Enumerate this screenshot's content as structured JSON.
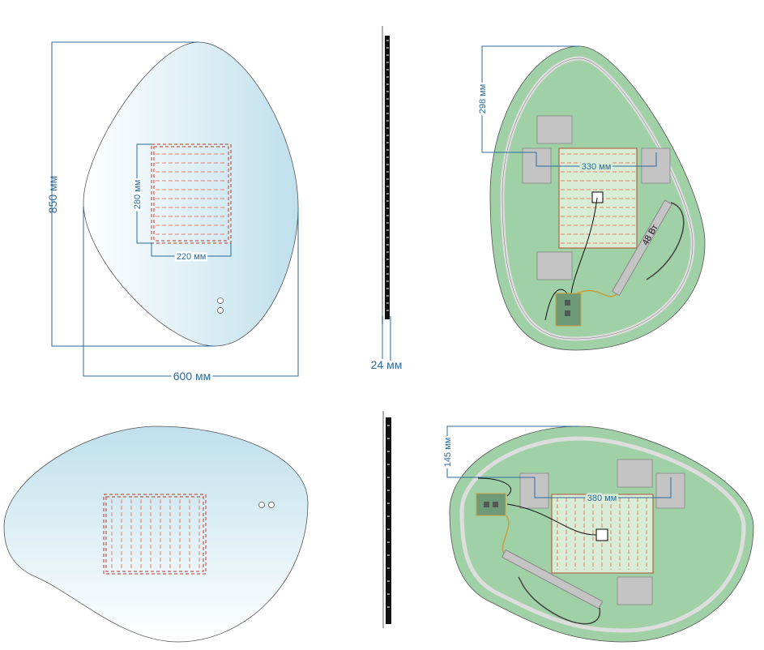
{
  "front_view": {
    "height_label": "850 мм",
    "width_label": "600 мм",
    "pad_height_label": "280 мм",
    "pad_width_label": "220 мм"
  },
  "side_view": {
    "depth_label": "24 мм"
  },
  "back_view_vertical": {
    "offset_label": "298 мм",
    "holder_spacing_label": "330 мм",
    "driver_power_label": "48 Вт"
  },
  "back_view_horizontal": {
    "offset_label": "145 мм",
    "holder_spacing_label": "380 мм"
  },
  "colors": {
    "dimension": "#2a6aa0",
    "back_panel": "#9fd0a6",
    "mirror_tint": "#c5e4ef",
    "heating_pad": "#c0392b"
  }
}
